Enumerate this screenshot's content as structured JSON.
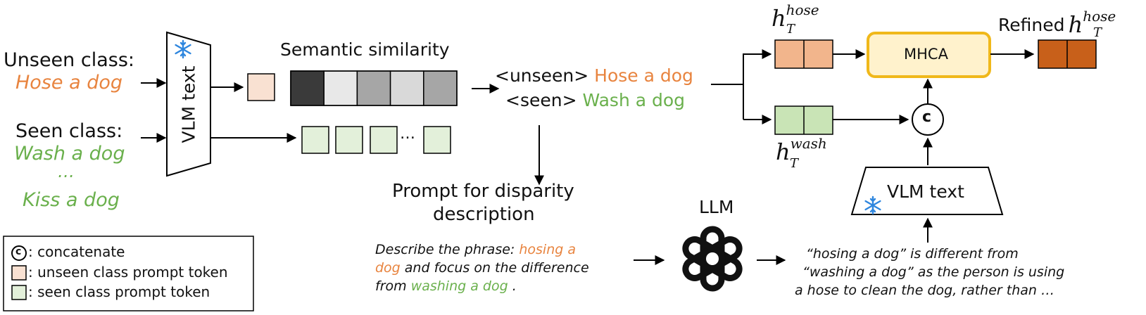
{
  "colors": {
    "orange": "#e8843f",
    "green": "#6ab04c",
    "unseen_token": "#f9e1d2",
    "seen_token": "#e3f0da",
    "hose_token": "#f2b58c",
    "wash_token": "#c9e4b6",
    "refined_token": "#c8601a",
    "mhca_fill": "#fff2cc",
    "mhca_border": "#f0b81a",
    "snow": "#2e86de"
  },
  "left_inputs": {
    "unseen_label": "Unseen class:",
    "unseen_value": "Hose a dog",
    "seen_label": "Seen class:",
    "seen_value": "Wash a dog",
    "ellipsis": "…",
    "kiss_value": "Kiss a dog"
  },
  "encoder_left": {
    "label": "VLM text",
    "icon": "snowflake-icon"
  },
  "similarity": {
    "title": "Semantic similarity",
    "cell_shades": [
      "#3a3a3a",
      "#e8e8e8",
      "#a6a6a6",
      "#d9d9d9",
      "#a6a6a6"
    ],
    "seen_ellipsis": "…"
  },
  "pair": {
    "unseen_tag": "<unseen>",
    "unseen_value": "Hose a dog",
    "seen_tag": "<seen>",
    "seen_value": "Wash a dog"
  },
  "prompt": {
    "title_line1": "Prompt for disparity",
    "title_line2": "description",
    "body_p1": "Describe the phrase: ",
    "body_o1": "hosing a",
    "body_o2": "dog",
    "body_p2": " and focus on the difference",
    "body_p3": "from ",
    "body_g1": "washing a dog",
    "body_p4": " ."
  },
  "llm": {
    "label": "LLM",
    "icon": "openai-logo-icon"
  },
  "llm_output": {
    "line1": "“hosing a dog”   is different from",
    "line2": "“washing a dog”   as the person is using",
    "line3": "a hose to clean the dog, rather than …"
  },
  "encoder_right": {
    "label": "VLM text",
    "icon": "snowflake-icon"
  },
  "tokens": {
    "hose_base": "h",
    "hose_sub": "T",
    "hose_sup": "hose",
    "wash_base": "h",
    "wash_sub": "T",
    "wash_sup": "wash"
  },
  "mhca": {
    "label": "MHCA"
  },
  "concat": {
    "symbol": "c"
  },
  "refined": {
    "label": "Refined",
    "base": "h",
    "sub": "T",
    "sup": "hose"
  },
  "legend": {
    "concat_symbol": "c",
    "concat_text": ": concatenate",
    "unseen_text": ": unseen class prompt token",
    "seen_text": ": seen class prompt token"
  }
}
